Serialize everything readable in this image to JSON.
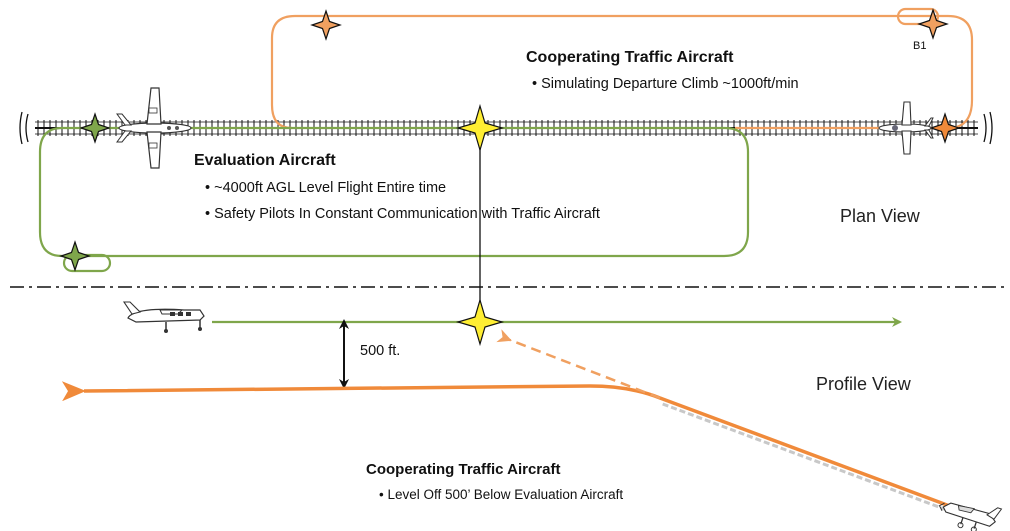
{
  "plan": {
    "traffic_title": "Cooperating Traffic Aircraft",
    "traffic_bullet": "• Simulating Departure Climb ~1000ft/min",
    "eval_title": "Evaluation Aircraft",
    "eval_bullets": [
      "• ~4000ft AGL Level Flight Entire time",
      "• Safety Pilots In Constant Communication with Traffic Aircraft"
    ],
    "waypoint_label": "B1",
    "view_label": "Plan View"
  },
  "profile": {
    "separation_label": "500 ft.",
    "view_label": "Profile View",
    "traffic_title": "Cooperating Traffic Aircraft",
    "traffic_bullet": "• Level Off 500’ Below Evaluation Aircraft"
  },
  "colors": {
    "evaluation_track": "#7fa64b",
    "traffic_track": "#f0a060",
    "traffic_profile": "#f08a3a",
    "intercept_star": "#ffee33",
    "black": "#111111"
  },
  "icons": [
    "airplane-icon",
    "star-waypoint-icon",
    "runway-icon",
    "arrow-icon"
  ]
}
